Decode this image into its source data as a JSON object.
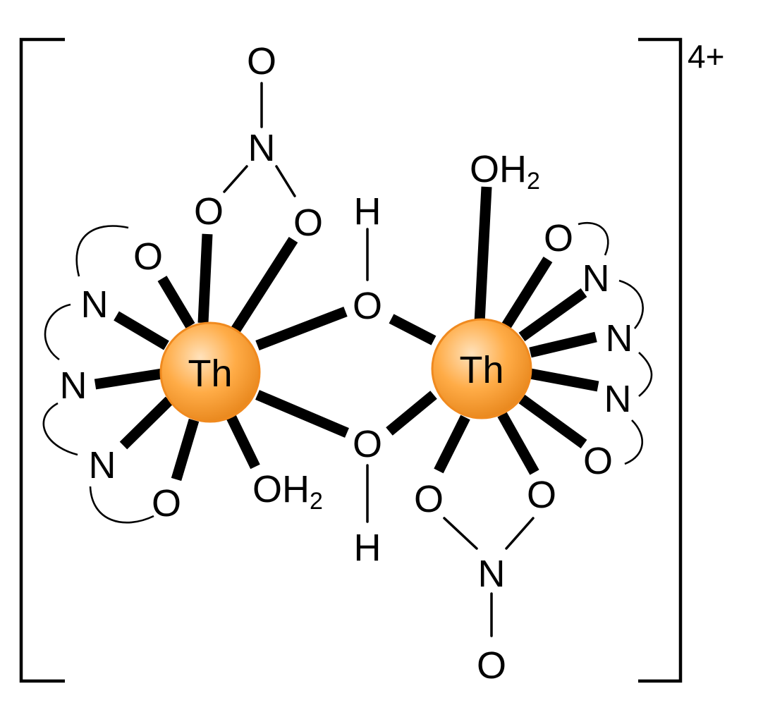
{
  "charge": "4+",
  "colors": {
    "metal_fill_light": "#ffd9a8",
    "metal_fill_mid": "#ffa83d",
    "metal_fill_dark": "#e8871c",
    "metal_stroke": "#f08a1f"
  },
  "atoms": {
    "thorium_left": "Th",
    "thorium_right": "Th",
    "oxygen": "O",
    "nitrogen": "N",
    "hydrogen": "H",
    "water_prefix": "OH",
    "water_subscript": "2"
  }
}
